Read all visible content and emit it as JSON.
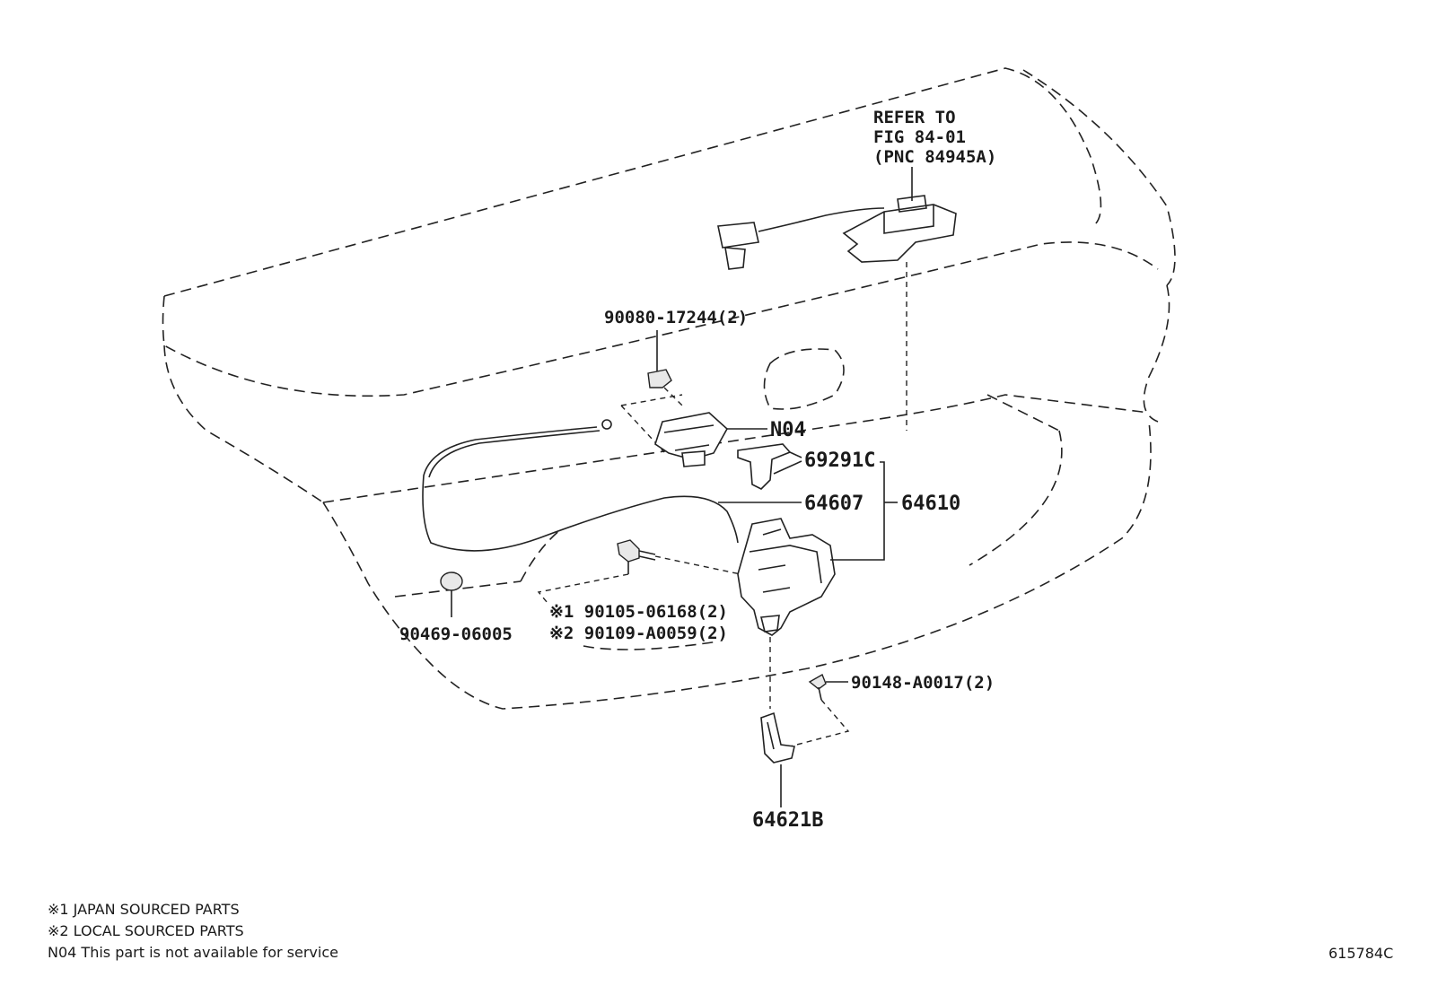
{
  "diagram": {
    "refer_note": [
      "REFER TO",
      "FIG 84-01",
      "(PNC 84945A)"
    ],
    "callouts": {
      "nut_top": "90080-17244(2)",
      "n04": "N04",
      "grommet_lever": "69291C",
      "cable": "64607",
      "latch_assy": "64610",
      "plug": "90469-06005",
      "bolt_japan": "※1 90105-06168(2)",
      "bolt_local": "※2 90109-A0059(2)",
      "screw": "90148-A0017(2)",
      "bracket": "64621B"
    },
    "notes": [
      "※1 JAPAN SOURCED PARTS",
      "※2 LOCAL SOURCED PARTS",
      "N04 This part is not available for service"
    ],
    "figure_id": "615784C"
  }
}
